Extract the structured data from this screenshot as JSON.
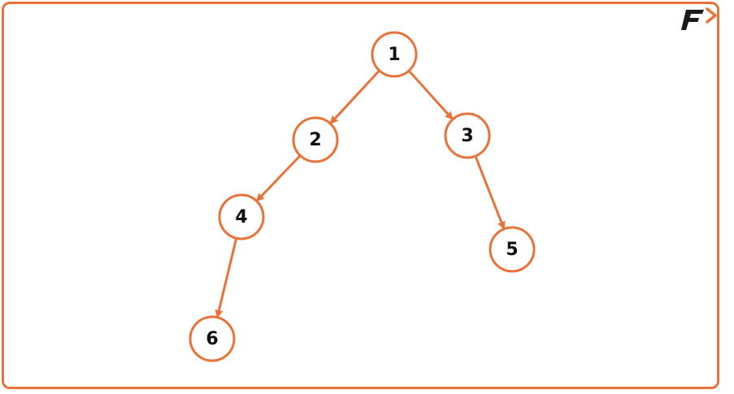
{
  "colors": {
    "accent": "#E8733A",
    "text": "#111111",
    "background": "#ffffff",
    "logo_dark": "#1a1a1a"
  },
  "logo": {
    "icon": "brand-f-logo-icon"
  },
  "tree": {
    "nodes": [
      {
        "id": "1",
        "label": "1"
      },
      {
        "id": "2",
        "label": "2"
      },
      {
        "id": "3",
        "label": "3"
      },
      {
        "id": "4",
        "label": "4"
      },
      {
        "id": "5",
        "label": "5"
      },
      {
        "id": "6",
        "label": "6"
      }
    ],
    "edges": [
      {
        "from": "1",
        "to": "2"
      },
      {
        "from": "1",
        "to": "3"
      },
      {
        "from": "2",
        "to": "4"
      },
      {
        "from": "3",
        "to": "5"
      },
      {
        "from": "4",
        "to": "6"
      }
    ]
  }
}
